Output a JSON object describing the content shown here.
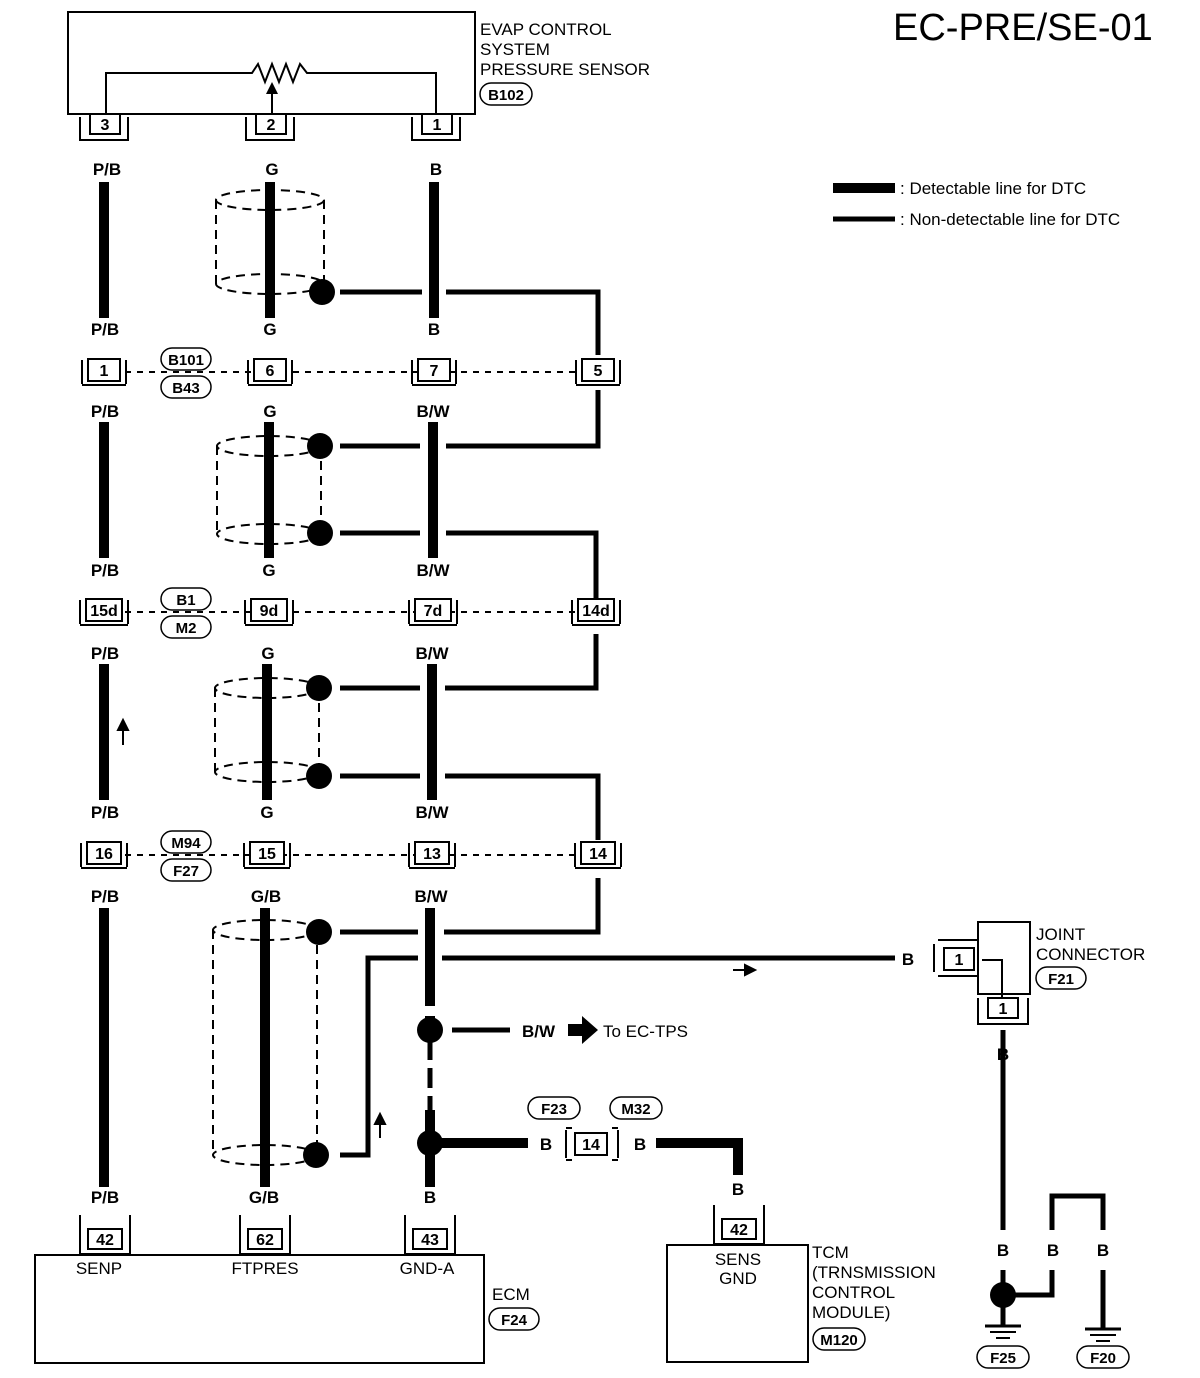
{
  "title": "EC-PRE/SE-01",
  "legend": {
    "detectable": ": Detectable line for DTC",
    "non_detectable": ": Non-detectable line for DTC"
  },
  "sensor": {
    "name_lines": [
      "EVAP CONTROL",
      "SYSTEM",
      "PRESSURE SENSOR"
    ],
    "connector_id": "B102",
    "pins": [
      "3",
      "2",
      "1"
    ]
  },
  "wire_colors": {
    "pb": "P/B",
    "g": "G",
    "b": "B",
    "bw": "B/W",
    "gb": "G/B"
  },
  "junctions": [
    {
      "ids": [
        "B101",
        "B43"
      ],
      "pins": [
        "1",
        "6",
        "7",
        "5"
      ]
    },
    {
      "ids": [
        "B1",
        "M2"
      ],
      "pins": [
        "15d",
        "9d",
        "7d",
        "14d"
      ]
    },
    {
      "ids": [
        "M94",
        "F27"
      ],
      "pins": [
        "16",
        "15",
        "13",
        "14"
      ]
    }
  ],
  "ecm": {
    "name": "ECM",
    "connector_id": "F24",
    "pins": [
      "42",
      "62",
      "43"
    ],
    "terminals": [
      "SENP",
      "FTPRES",
      "GND-A"
    ]
  },
  "joint_connector": {
    "name_lines": [
      "JOINT",
      "CONNECTOR"
    ],
    "connector_id": "F21",
    "pin_in": "1",
    "pin_out": "1"
  },
  "to_tps": {
    "color": "B/W",
    "label": "To EC-TPS"
  },
  "tcm_link": {
    "ids": [
      "F23",
      "M32"
    ],
    "pin": "14"
  },
  "tcm": {
    "name_lines": [
      "TCM",
      "(TRNSMISSION",
      "CONTROL",
      "MODULE)"
    ],
    "connector_id": "M120",
    "pin": "42",
    "terminal_lines": [
      "SENS",
      "GND"
    ]
  },
  "grounds": [
    "F25",
    "F20"
  ]
}
